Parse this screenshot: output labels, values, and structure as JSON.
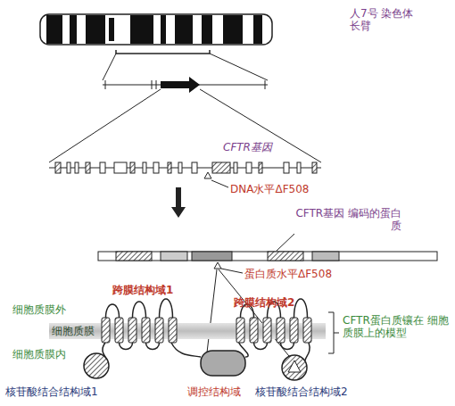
{
  "diagram": {
    "nodes": [
      {
        "text": [
          "细胞质膜"
        ]
      }
    ],
    "labels": [
      "人7号 染色体长臂",
      "CFTR基因",
      "DNA水平ΔF508",
      "CFTR基因 编码的蛋白质",
      "蛋白质水平ΔF508",
      "跨膜结构域1",
      "跨膜结构域2",
      "细胞质膜外",
      "细胞质膜内",
      "CFTR蛋白质镶在 细胞质膜上的模型",
      "核苷酸结合结构域1",
      "调控结构域",
      "核苷酸结合结构域2"
    ]
  }
}
